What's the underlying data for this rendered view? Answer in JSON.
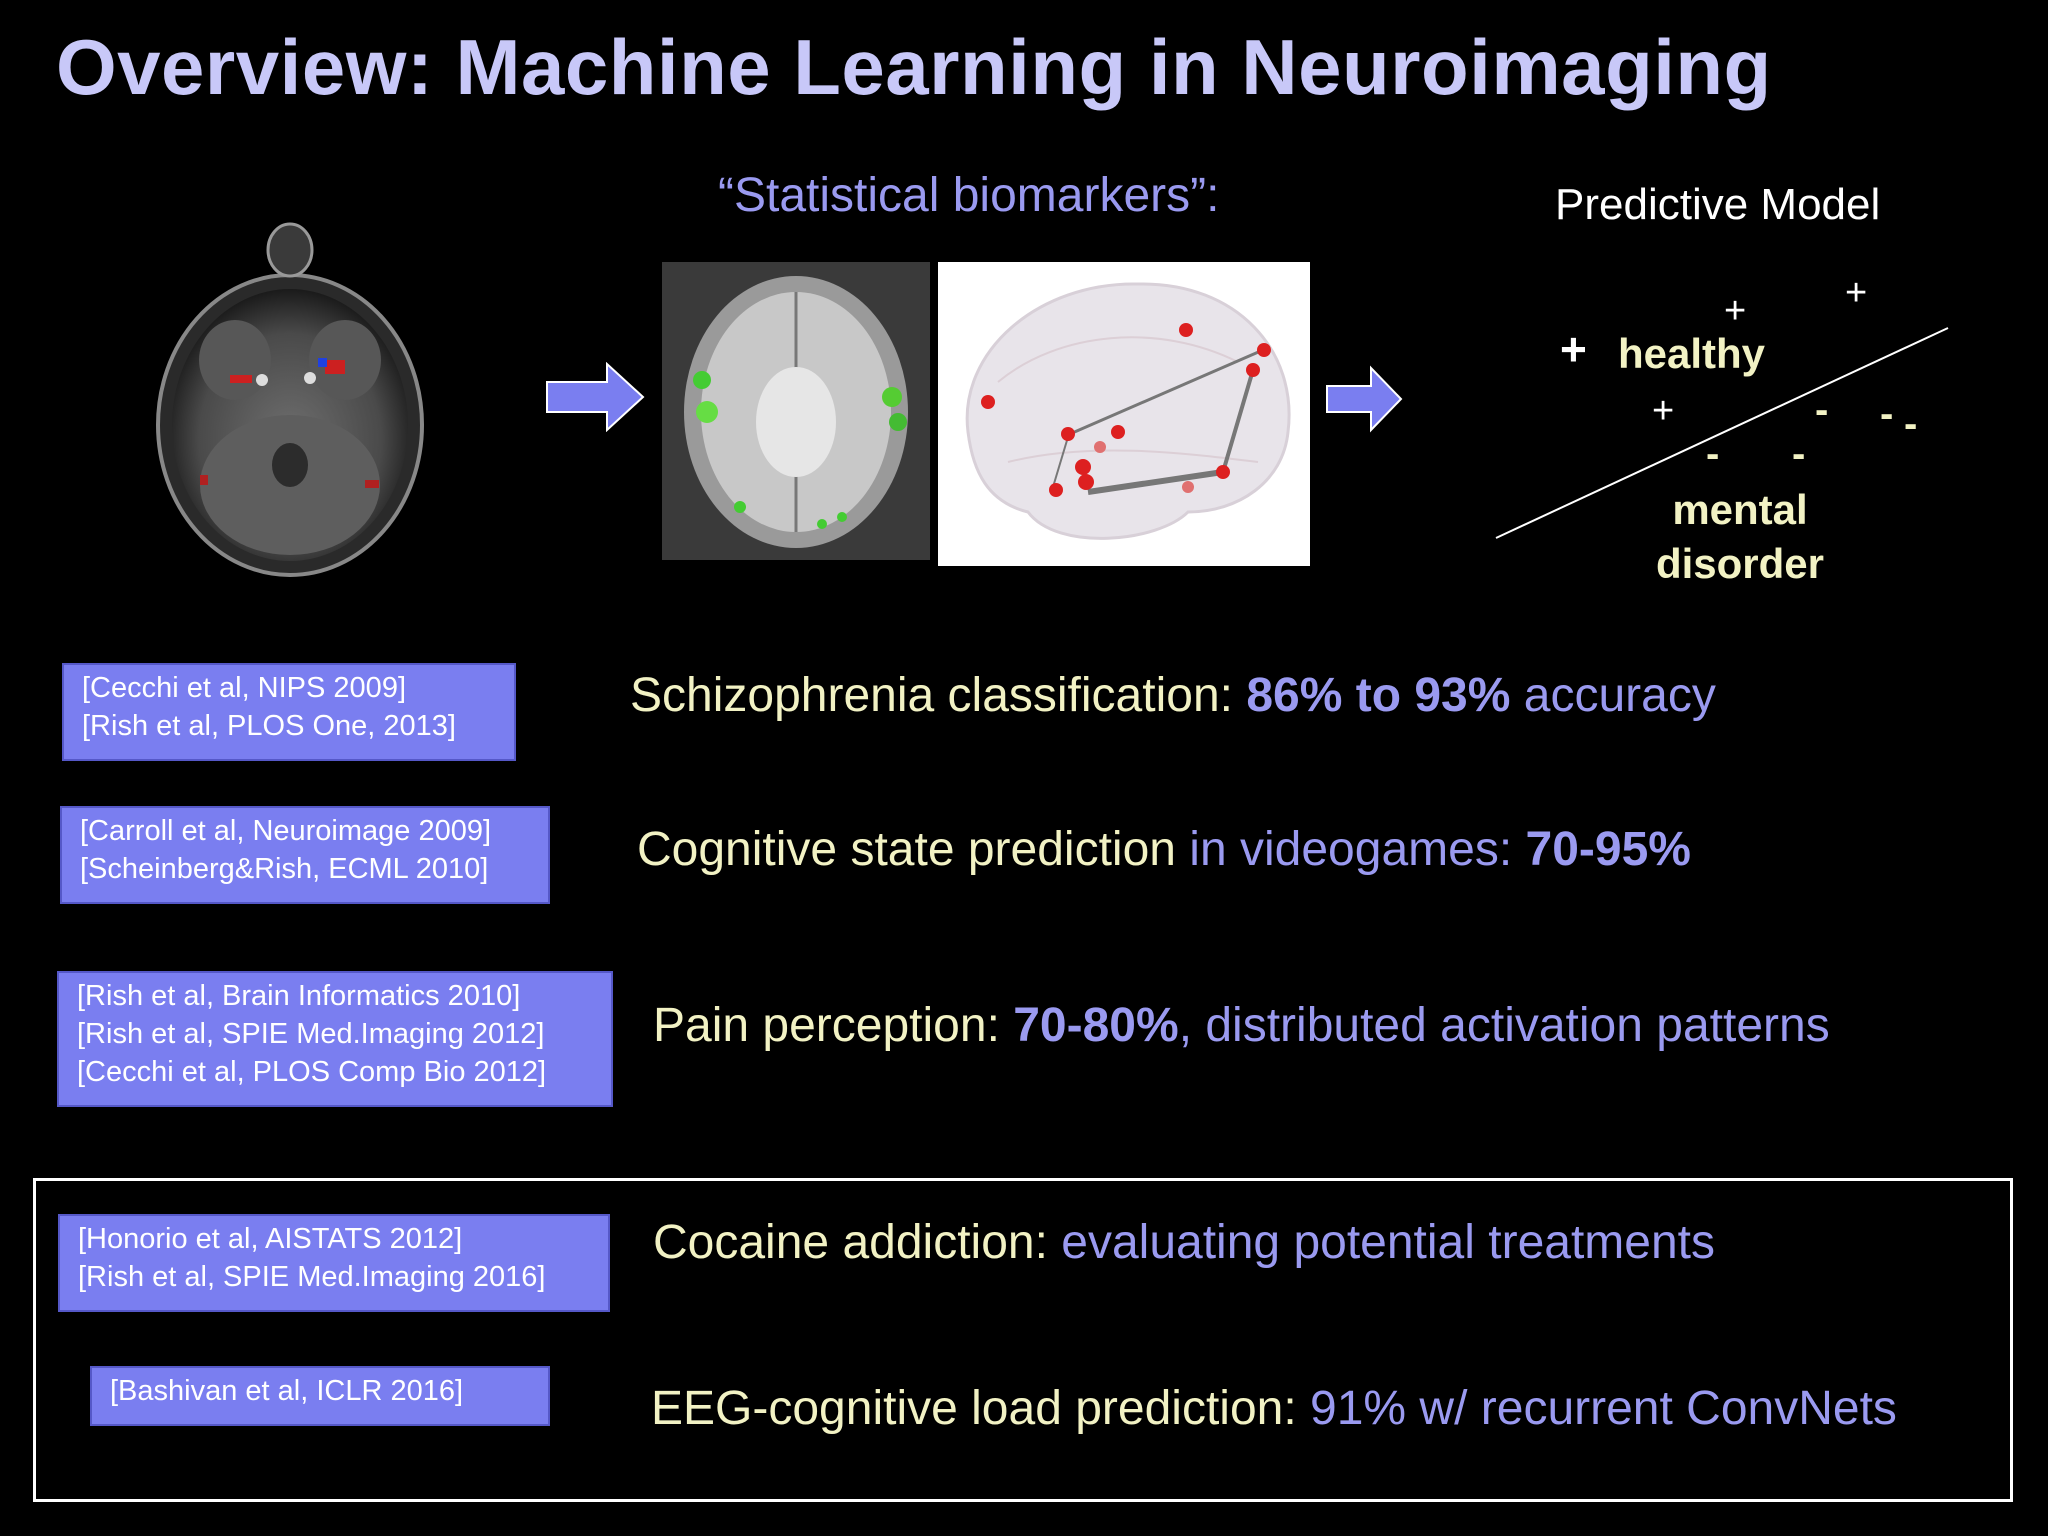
{
  "title": "Overview: Machine Learning in Neuroimaging",
  "header": {
    "biomarkers": "“Statistical biomarkers”:",
    "predictive_model": "Predictive Model"
  },
  "model": {
    "healthy": "healthy",
    "mental": "mental",
    "disorder": "disorder",
    "plus": "+",
    "minus": "-"
  },
  "rows": [
    {
      "refs": [
        "[Cecchi et al, NIPS 2009]",
        "[Rish et al, PLOS One, 2013]"
      ],
      "text_1": "Schizophrenia classification: ",
      "text_2": "86% to 93%",
      "text_3": " accuracy"
    },
    {
      "refs": [
        "[Carroll et al, Neuroimage 2009]",
        "[Scheinberg&Rish, ECML 2010]"
      ],
      "text_1": "Cognitive state prediction",
      "text_2": " in videogames: ",
      "text_3": "70-95%"
    },
    {
      "refs": [
        "[Rish et al, Brain Informatics 2010]",
        "[Rish et al, SPIE Med.Imaging 2012]",
        "[Cecchi et al, PLOS Comp Bio 2012]"
      ],
      "text_1": "Pain perception: ",
      "text_2": "70-80%",
      "text_3": ", distributed activation patterns"
    },
    {
      "refs": [
        "[Honorio et al, AISTATS 2012]",
        "[Rish et al, SPIE Med.Imaging 2016]"
      ],
      "text_1": "Cocaine addiction:  ",
      "text_2": "evaluating potential treatments"
    },
    {
      "refs": [
        "[Bashivan et al, ICLR 2016]"
      ],
      "text_1": "EEG-cognitive load prediction: ",
      "text_2": "91% w/ recurrent ConvNets"
    }
  ],
  "colors": {
    "title": "#c8c8f8",
    "accent": "#9a9af0",
    "cream": "#f2f2c4",
    "ref_box": "#7a7ef0"
  }
}
